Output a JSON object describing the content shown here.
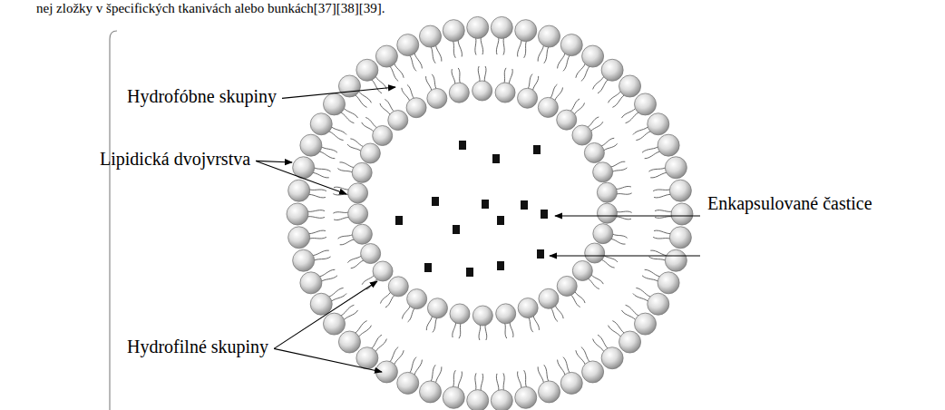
{
  "diagram": {
    "labels": [
      "nej zložky v špecifických tkanivách alebo bunkách[37][38][39].",
      "Hydrofóbne skupiny",
      "Lipidická dvojvrstva",
      "Enkapsulované častice",
      "Hydrofilné skupiny"
    ]
  }
}
